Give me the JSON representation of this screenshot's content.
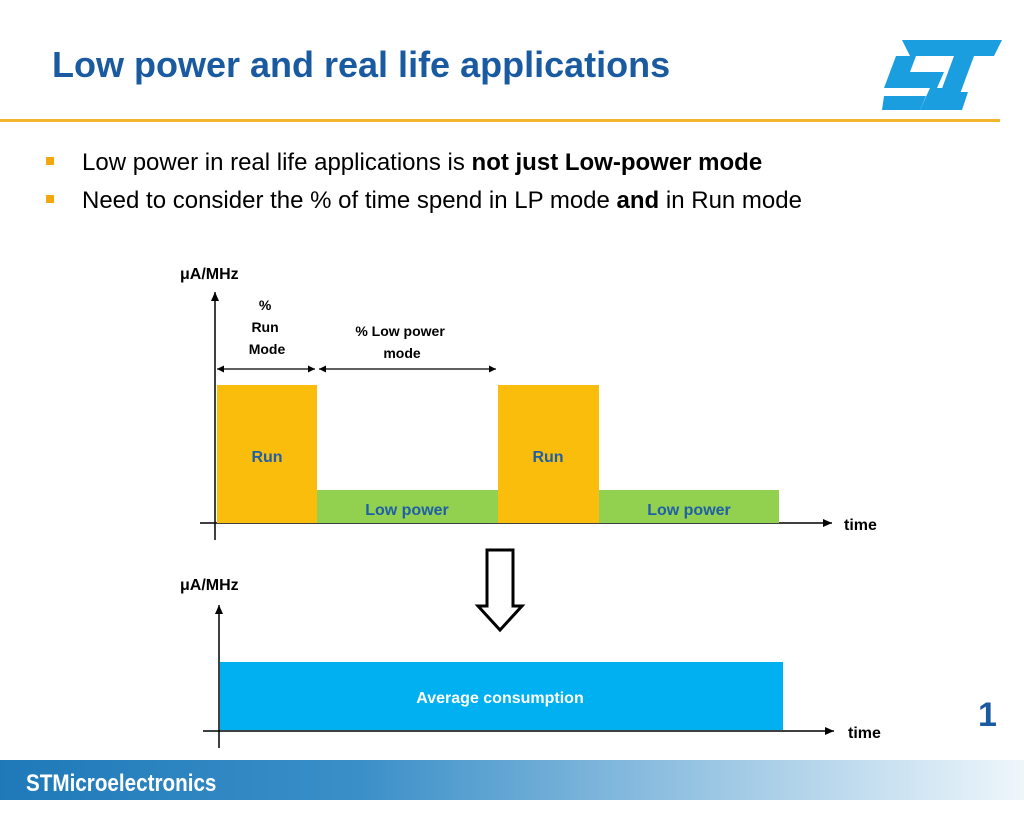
{
  "slide": {
    "title": "Low power and real life applications",
    "page_number": "1"
  },
  "bullets": [
    {
      "text": "Low power in real life applications is ",
      "bold": "not just Low-power mode",
      "tail": ""
    },
    {
      "text": "Need to consider the % of time spend in LP mode ",
      "bold": "and",
      "tail": " in Run mode"
    }
  ],
  "diagram_top": {
    "y_axis_label": "μA/MHz",
    "x_axis_label": "time",
    "run_mode_annotation": [
      "%",
      "Run",
      "Mode"
    ],
    "low_power_annotation": [
      "% Low power",
      "mode"
    ],
    "run_label": "Run",
    "low_power_label": "Low power"
  },
  "arrow": {
    "direction": "down"
  },
  "diagram_bottom": {
    "y_axis_label": "μA/MHz",
    "x_axis_label": "time",
    "bar_label": "Average consumption"
  },
  "footer": {
    "brand": "STMicroelectronics"
  },
  "colors": {
    "title": "#1a5aa0",
    "bullet": "#f5a80d",
    "run_bar": "#fbbd0b",
    "low_power_bar": "#92d050",
    "average_bar": "#00b0f0",
    "bar_label_text": "#1f5fa8",
    "logo": "#1a9ee0"
  },
  "icons": {
    "logo": "st-logo-icon",
    "down_arrow": "down-arrow-icon"
  }
}
